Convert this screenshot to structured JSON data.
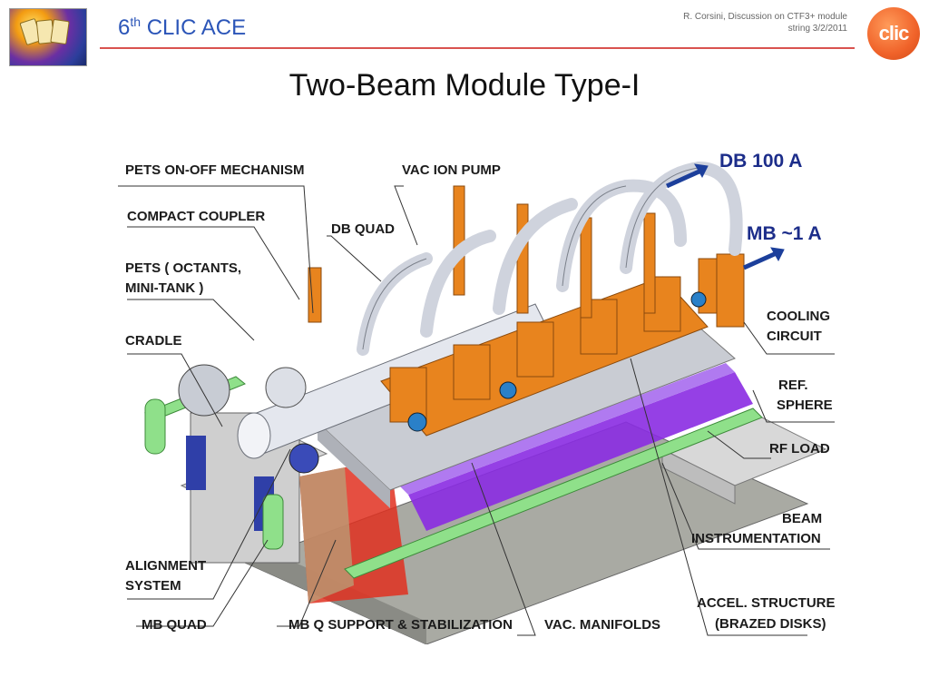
{
  "header": {
    "title_num": "6",
    "title_sup": "th",
    "title_rest": " CLIC ACE",
    "meta_line1": "R. Corsini, Discussion on CTF3+ module",
    "meta_line2": "string  3/2/2011",
    "logo_right_text": "clic"
  },
  "slide": {
    "title": "Two-Beam Module Type-I"
  },
  "figure": {
    "labels": {
      "pets_onoff": "PETS ON-OFF MECHANISM",
      "compact_coupler": "COMPACT COUPLER",
      "pets_l1": "PETS ( OCTANTS,",
      "pets_l2": "MINI-TANK )",
      "cradle": "CRADLE",
      "alignment_l1": "ALIGNMENT",
      "alignment_l2": "SYSTEM",
      "mb_quad": "MB  QUAD",
      "mbq_support": "MB Q SUPPORT & STABILIZATION",
      "vac_manifolds": "VAC.  MANIFOLDS",
      "accel_l1": "ACCEL. STRUCTURE",
      "accel_l2": "(BRAZED DISKS)",
      "beam_l1": "BEAM",
      "beam_l2": "INSTRUMENTATION",
      "rf_load": "RF  LOAD",
      "ref_l1": "REF.",
      "ref_l2": "SPHERE",
      "cooling_l1": "COOLING",
      "cooling_l2": "CIRCUIT",
      "vac_ion_pump": "VAC  ION  PUMP",
      "db_quad": "DB  QUAD",
      "db_beam": "DB  100 A",
      "mb_beam": "MB  ~1 A"
    },
    "colors": {
      "copper": "#e8841e",
      "pipe": "#d9dde6",
      "accel_structure": "#8a2be2",
      "rail": "#8fe08a",
      "red_support": "#e03020",
      "girder": "#a9aaa3",
      "arrow": "#1c3f9b"
    }
  }
}
